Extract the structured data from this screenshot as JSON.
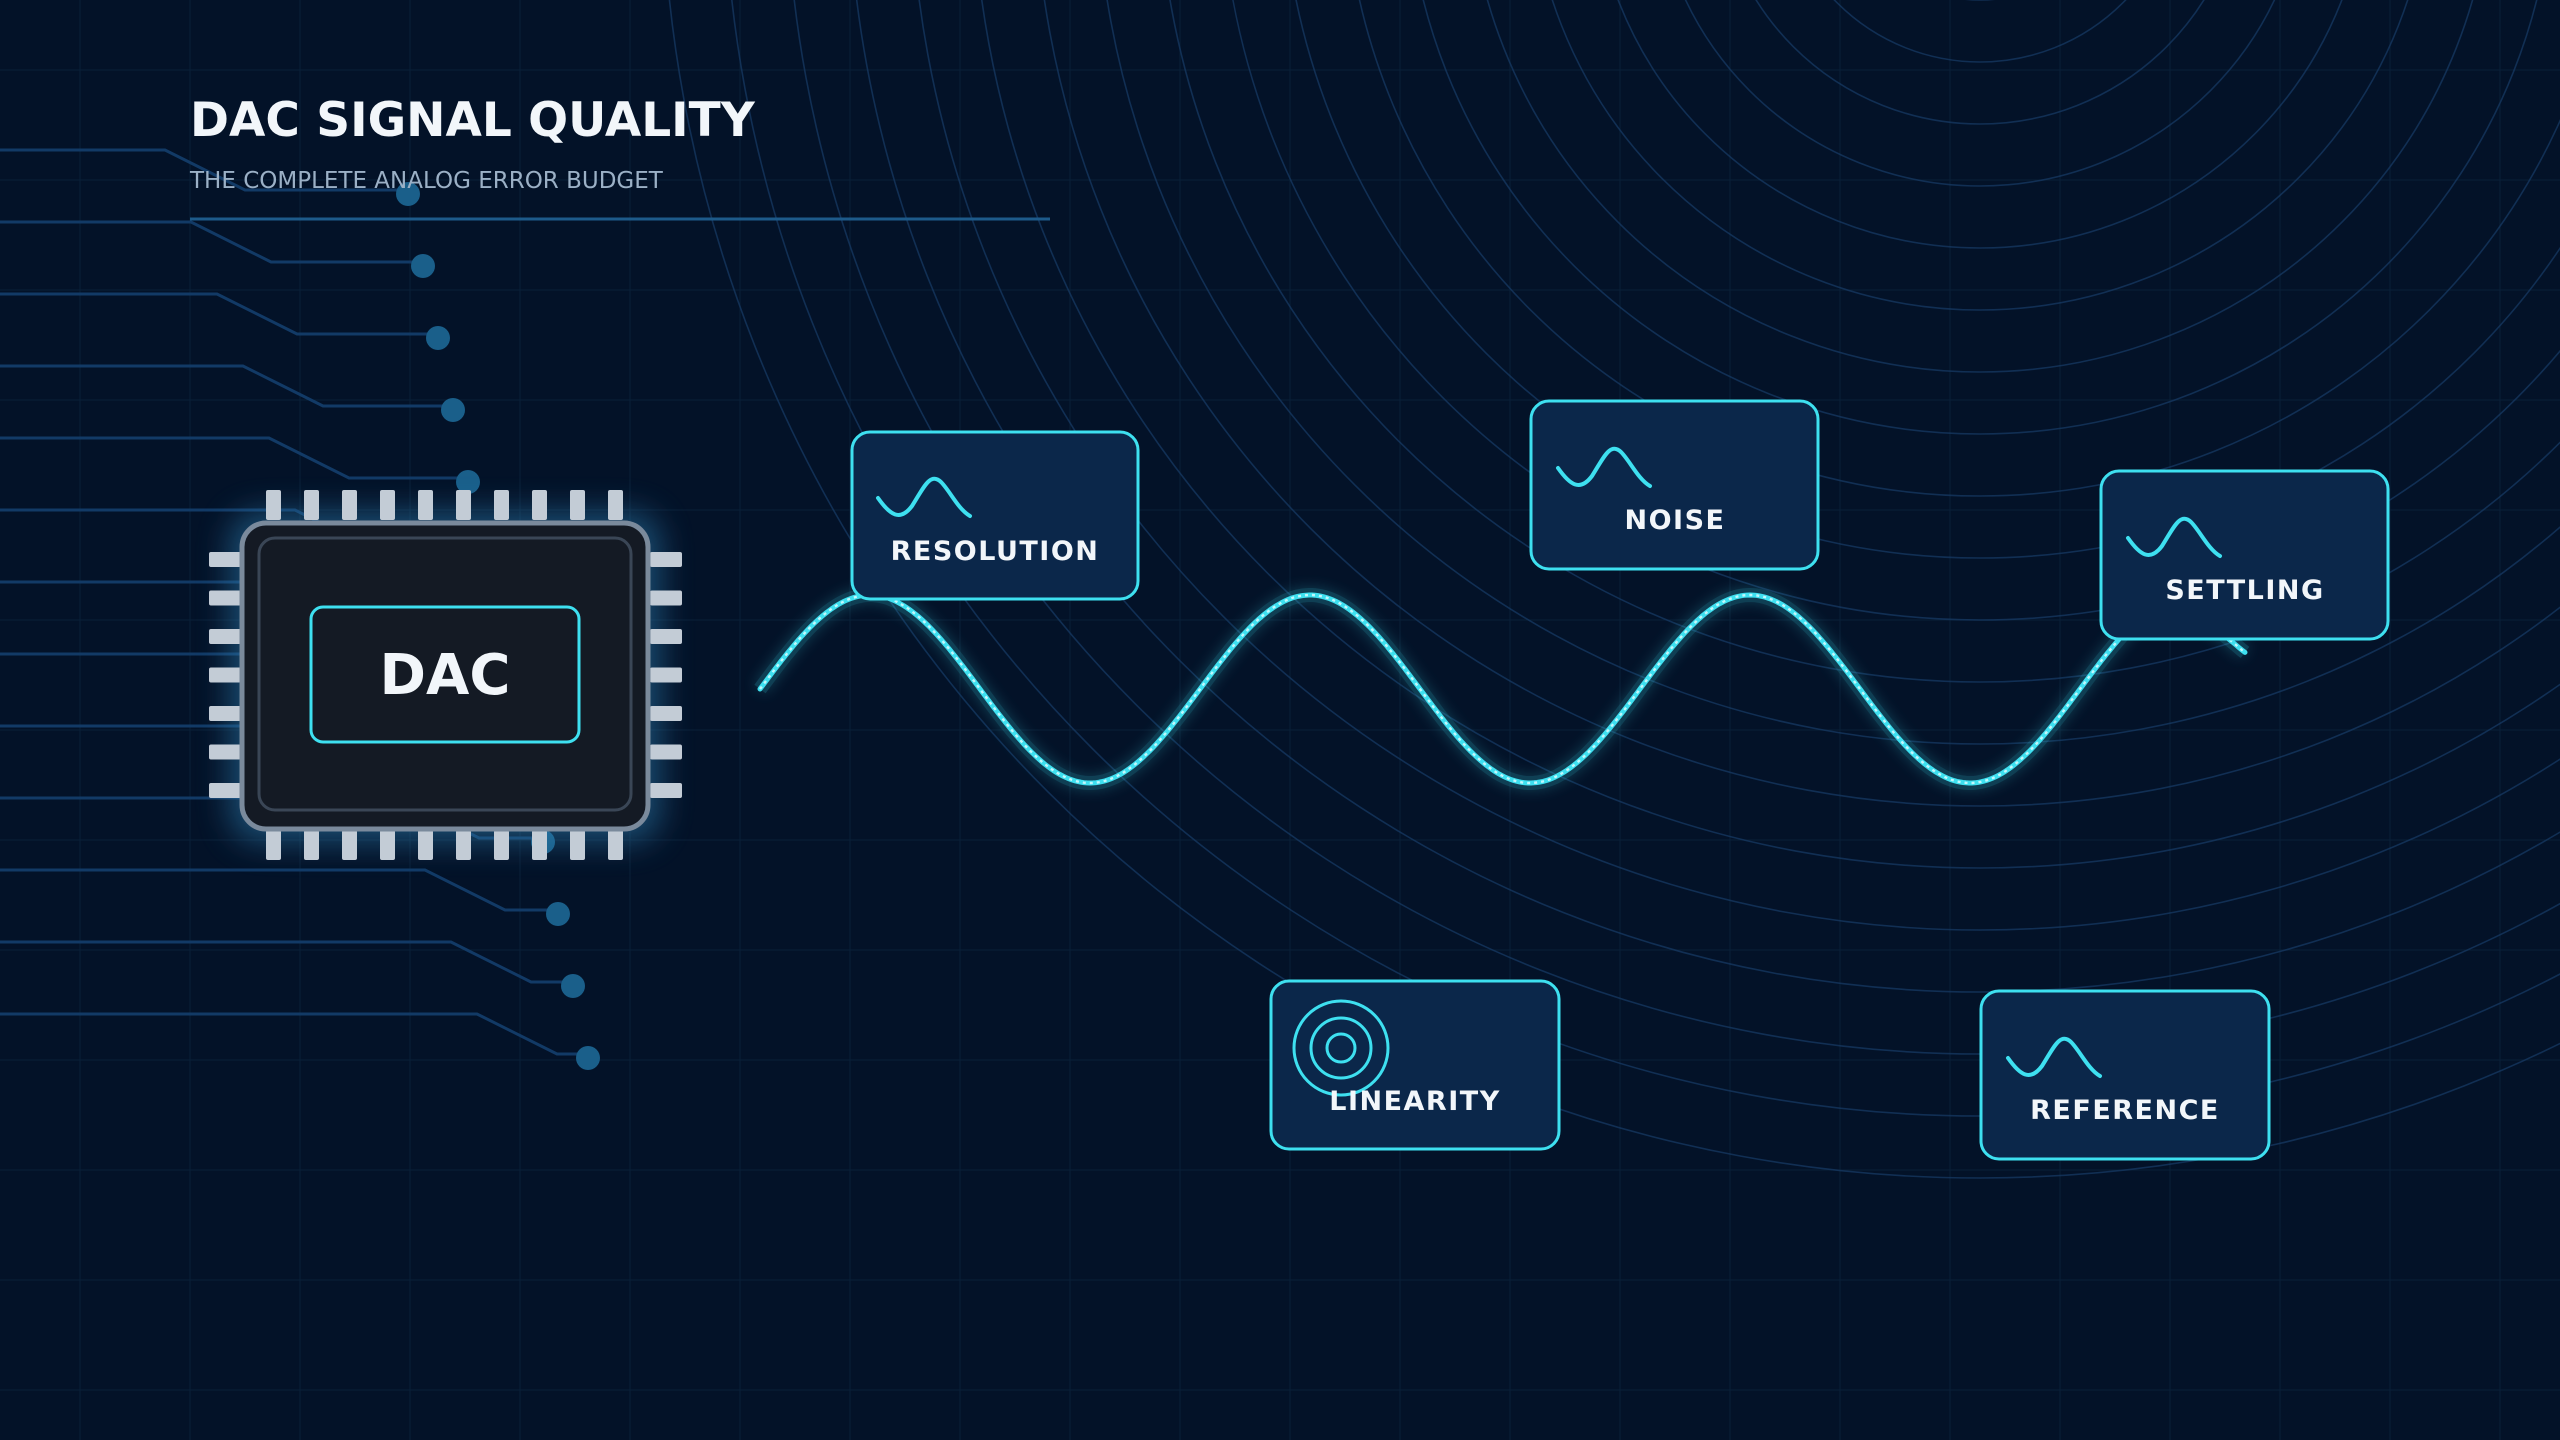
{
  "header": {
    "title": "DAC SIGNAL QUALITY",
    "subtitle": "THE COMPLETE ANALOG ERROR BUDGET"
  },
  "chip": {
    "label": "DAC"
  },
  "cards": [
    {
      "id": "resolution",
      "label": "RESOLUTION",
      "icon": "sine-wave-icon"
    },
    {
      "id": "noise",
      "label": "NOISE",
      "icon": "sine-wave-icon"
    },
    {
      "id": "settling",
      "label": "SETTLING",
      "icon": "sine-wave-icon"
    },
    {
      "id": "linearity",
      "label": "LINEARITY",
      "icon": "concentric-circles-icon"
    },
    {
      "id": "reference",
      "label": "REFERENCE",
      "icon": "sine-wave-icon"
    }
  ],
  "colors": {
    "background": "#031228",
    "accent": "#3ee0f0",
    "card_fill": "#0b274a",
    "trace": "#123a66",
    "pad": "#1a5f8a",
    "pin": "#c3ccd6",
    "chip_body": "#141a24",
    "text": "#f2f6fa",
    "subtext": "#9bb0c6"
  }
}
